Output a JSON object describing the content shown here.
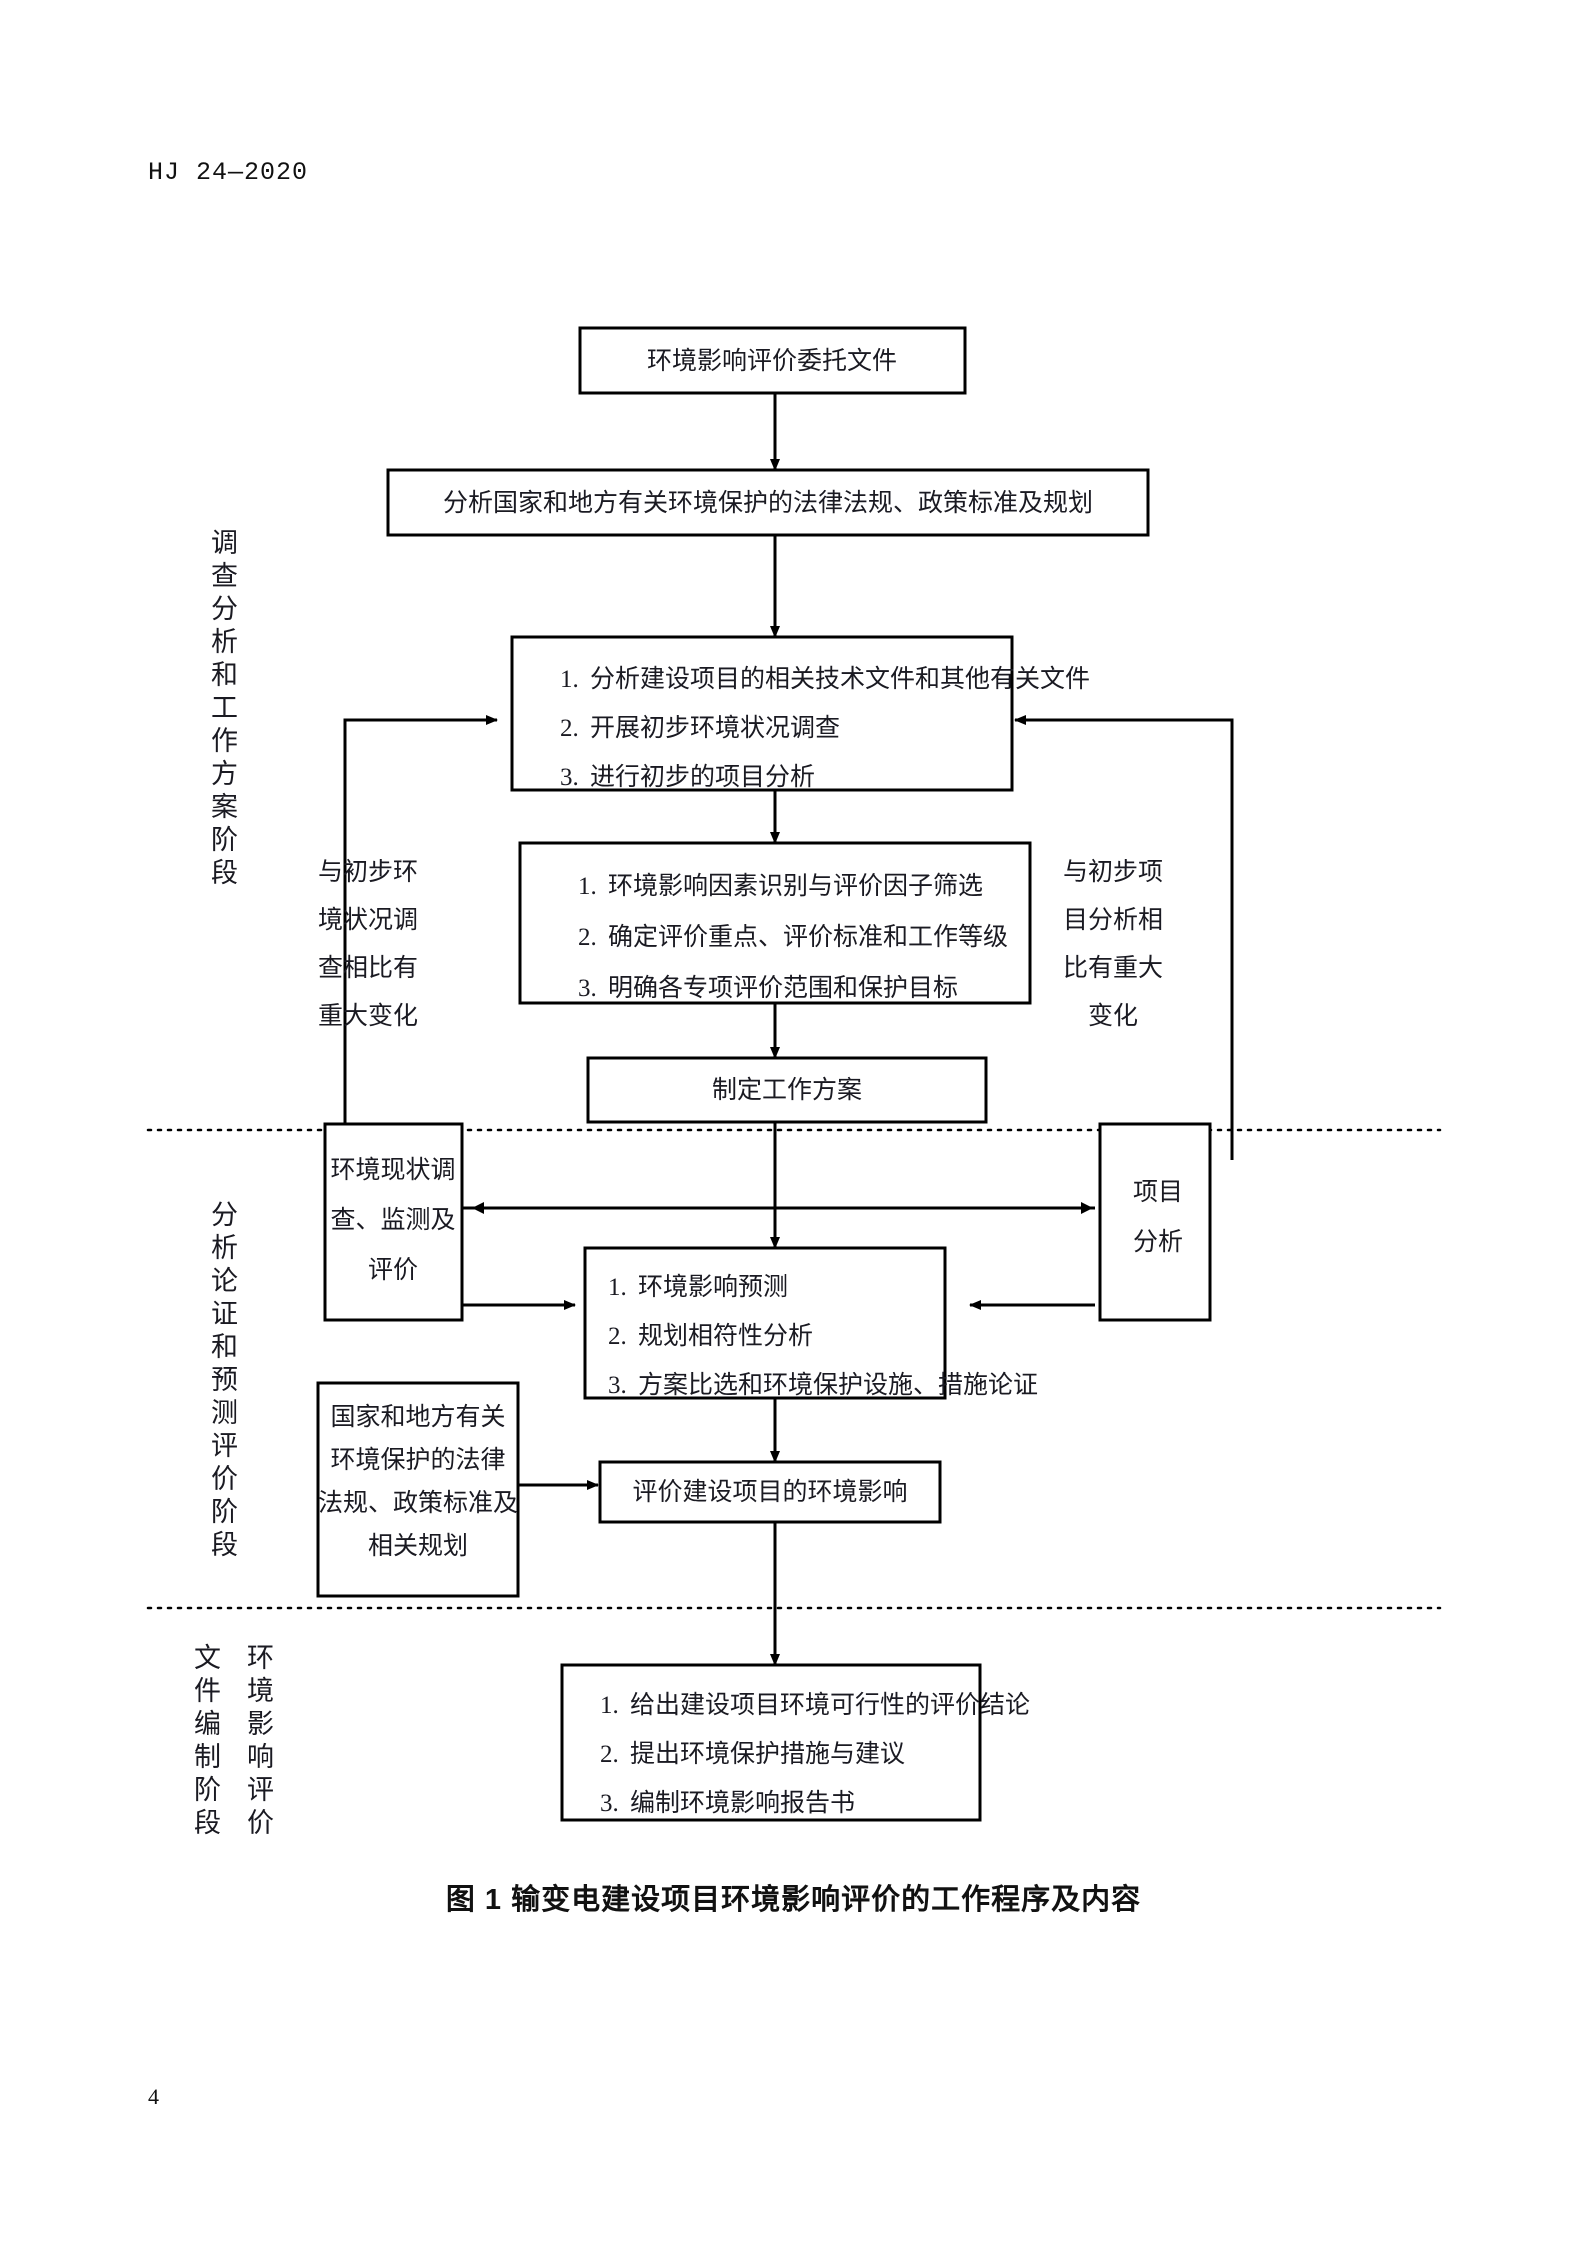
{
  "document": {
    "header": "HJ 24—2020",
    "page_number": "4",
    "figure_caption": "图 1   输变电建设项目环境影响评价的工作程序及内容"
  },
  "stages": [
    {
      "id": "stage-1",
      "label": "调查分析和工作方案阶段"
    },
    {
      "id": "stage-2",
      "label": "分析论证和预测评价阶段"
    },
    {
      "id": "stage-3a",
      "label": "环境影响评价"
    },
    {
      "id": "stage-3b",
      "label": "文件编制阶段"
    }
  ],
  "nodes": {
    "commission": {
      "text": "环境影响评价委托文件"
    },
    "laws_analysis": {
      "text": "分析国家和地方有关环境保护的法律法规、政策标准及规划"
    },
    "prelim": {
      "items": [
        {
          "n": "1.",
          "text": "分析建设项目的相关技术文件和其他有关文件"
        },
        {
          "n": "2.",
          "text": "开展初步环境状况调查"
        },
        {
          "n": "3.",
          "text": "进行初步的项目分析"
        }
      ]
    },
    "identify": {
      "items": [
        {
          "n": "1.",
          "text": "环境影响因素识别与评价因子筛选"
        },
        {
          "n": "2.",
          "text": "确定评价重点、评价标准和工作等级"
        },
        {
          "n": "3.",
          "text": "明确各专项评价范围和保护目标"
        }
      ]
    },
    "work_plan": {
      "text": "制定工作方案"
    },
    "status_survey": {
      "lines": [
        "环境现状调",
        "查、监测及",
        "评价"
      ]
    },
    "project_analysis": {
      "lines": [
        "项目",
        "分析"
      ]
    },
    "predict": {
      "items": [
        {
          "n": "1.",
          "text": "环境影响预测"
        },
        {
          "n": "2.",
          "text": "规划相符性分析"
        },
        {
          "n": "3.",
          "text": "方案比选和环境保护设施、措施论证"
        }
      ]
    },
    "laws_box": {
      "lines": [
        "国家和地方有关",
        "环境保护的法律",
        "法规、政策标准及",
        "相关规划"
      ]
    },
    "evaluate": {
      "text": "评价建设项目的环境影响"
    },
    "conclusion": {
      "items": [
        {
          "n": "1.",
          "text": "给出建设项目环境可行性的评价结论"
        },
        {
          "n": "2.",
          "text": "提出环境保护措施与建议"
        },
        {
          "n": "3.",
          "text": "编制环境影响报告书"
        }
      ]
    }
  },
  "edge_labels": {
    "left_feedback": {
      "lines": [
        "与初步环",
        "境状况调",
        "查相比有",
        "重大变化"
      ]
    },
    "right_feedback": {
      "lines": [
        "与初步项",
        "目分析相",
        "比有重大",
        "变化"
      ]
    }
  },
  "colors": {
    "ink": "#1a1a22",
    "stroke": "#000000",
    "page_bg": "#ffffff"
  }
}
